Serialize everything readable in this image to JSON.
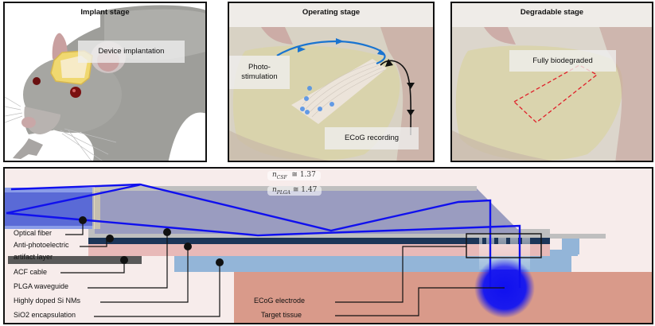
{
  "panels": [
    {
      "title": "Implant stage",
      "labels": [
        "Device implantation"
      ]
    },
    {
      "title": "Operating stage",
      "labels": [
        "Photo-\nstimulation",
        "ECoG recording"
      ]
    },
    {
      "title": "Degradable stage",
      "labels": [
        "Fully biodegraded"
      ]
    }
  ],
  "cross_section": {
    "refractive_indices": [
      {
        "symbol": "n",
        "subscript": "CSF",
        "relation": "≅",
        "value": "1.37"
      },
      {
        "symbol": "n",
        "subscript": "PLGA",
        "relation": "≅",
        "value": "1.47"
      }
    ],
    "left_labels": [
      "Optical fiber",
      "Anti-photoelectric",
      "artifact layer",
      "ACF  cable",
      "PLGA waveguide",
      "Highly doped Si NMs",
      "SiO2 encapsulation"
    ],
    "right_labels": [
      "ECoG electrode",
      "Target tissue"
    ]
  },
  "colors": {
    "light_ray": "#1010ee",
    "stimulation_arrow": "#1a74d0",
    "recording_arrow": "#111111",
    "degraded_outline": "#e0202a",
    "implant_patch": "#f0d870",
    "tissue": "#d99a8a",
    "background_csf": "#f7eceb",
    "plga": "#9a9cc0",
    "fiber": "#5a6ad6",
    "anti_photoelectric": "#1c3558",
    "si_nms": "#e8b9b8",
    "sio2": "#93b5d8",
    "acf": "#595959",
    "cladding": "#bfbfbf"
  }
}
